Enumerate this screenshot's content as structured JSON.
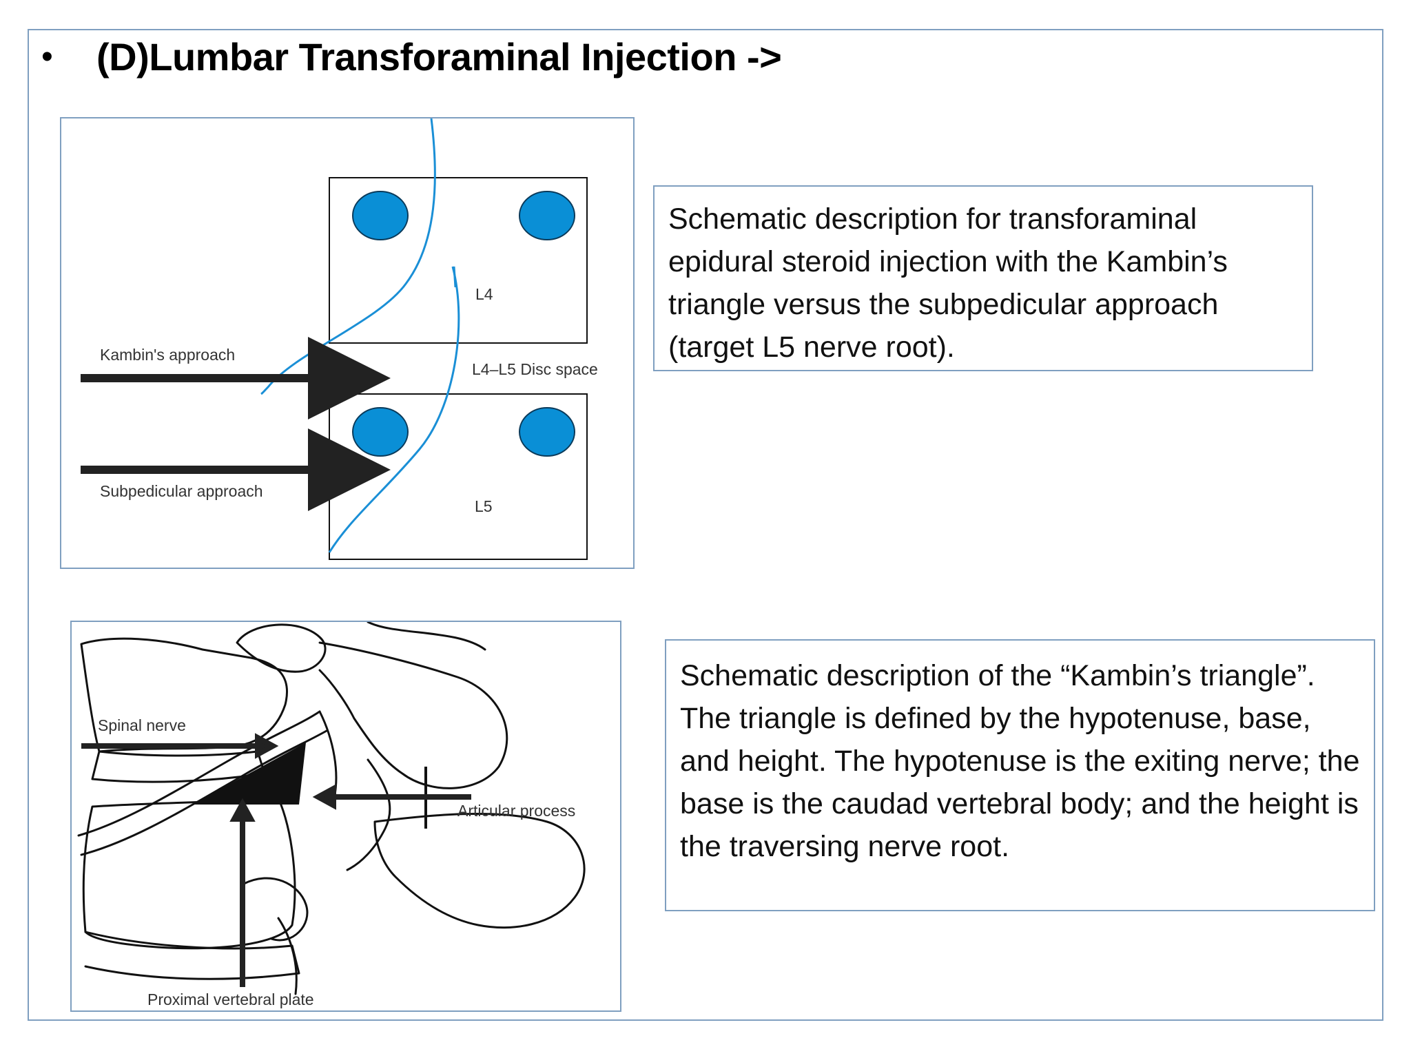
{
  "slide": {
    "bullet": "•",
    "title": "(D)Lumbar Transforaminal Injection ->"
  },
  "figure_top": {
    "labels": {
      "l4": "L4",
      "disc_space": "L4–L5 Disc space",
      "l5": "L5",
      "kambin_approach": "Kambin's approach",
      "subpedicular_approach": "Subpedicular approach"
    },
    "colors": {
      "pedicle": "#0a8fd6",
      "nerve": "#1a8fd6",
      "arrow": "#222222"
    }
  },
  "figure_bottom": {
    "labels": {
      "spinal_nerve": "Spinal nerve",
      "articular_process": "Articular process",
      "proximal_plate": "Proximal vertebral plate"
    }
  },
  "captions": {
    "top": "Schematic description for transforaminal epidural steroid injection with the Kambin’s triangle versus the subpedicular approach (target L5 nerve root).",
    "bottom": "Schematic description of the “Kambin’s triangle”. The triangle is defined by the hypotenuse, base, and height. The hypotenuse is the exiting nerve; the base is the caudad vertebral body; and the height is the traversing nerve root."
  }
}
